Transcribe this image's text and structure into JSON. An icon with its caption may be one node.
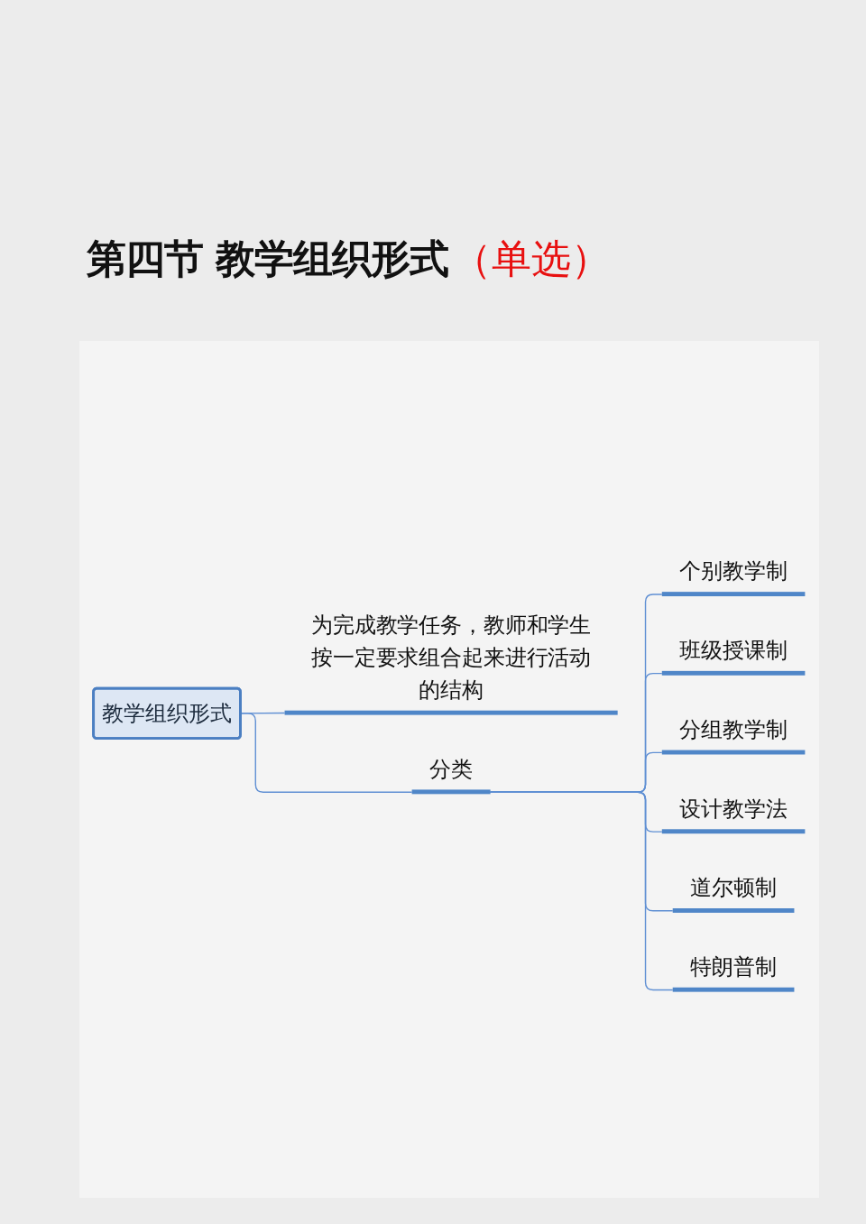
{
  "diagram": {
    "title": "第四节 教学组织形式",
    "nodes": [
      {
        "text": [
          "教学组织形式"
        ]
      },
      {
        "text": [
          "为完成教学任务，教师和学生按一定要求组合起来进行活动的结构"
        ]
      },
      {
        "text": [
          "分类"
        ]
      },
      {
        "text": [
          "个别教学制"
        ]
      },
      {
        "text": [
          "班级授课制"
        ]
      },
      {
        "text": [
          "分组教学制"
        ]
      },
      {
        "text": [
          "设计教学法"
        ]
      },
      {
        "text": [
          "道尔顿制"
        ]
      },
      {
        "text": [
          "特朗普制"
        ]
      }
    ],
    "edges": [
      {
        "from": 0,
        "to": 1,
        "arrow": "none"
      },
      {
        "from": 0,
        "to": 2,
        "arrow": "none"
      },
      {
        "from": 2,
        "to": 3,
        "arrow": "none"
      },
      {
        "from": 2,
        "to": 4,
        "arrow": "none"
      },
      {
        "from": 2,
        "to": 5,
        "arrow": "none"
      },
      {
        "from": 2,
        "to": 6,
        "arrow": "none"
      },
      {
        "from": 2,
        "to": 7,
        "arrow": "none"
      },
      {
        "from": 2,
        "to": 8,
        "arrow": "none"
      }
    ],
    "labels": [
      "（单选）"
    ]
  }
}
